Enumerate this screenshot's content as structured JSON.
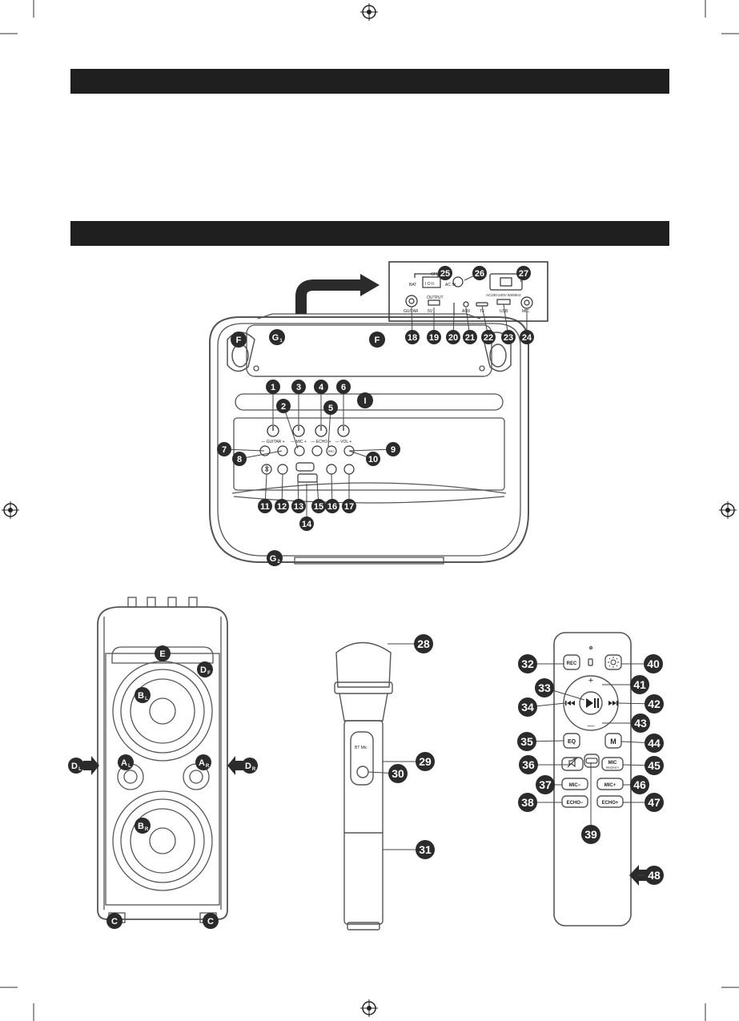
{
  "section_bars": [
    "",
    ""
  ],
  "panel": {
    "switch_labels": {
      "off": "OFF",
      "bat": "BAT",
      "ac_in": "AC IN",
      "switch_face": "I O II"
    },
    "ac_rating": "AC100-240V 50/60Hz",
    "output": "OUTPUT",
    "output_voltage": "5V",
    "ports": {
      "guitar": "GUITAR",
      "aux": "AUX",
      "tf": "TF",
      "usb": "USB",
      "mic": "MIC"
    }
  },
  "top_controls": {
    "knob_labels": [
      "— GUITAR +",
      "— MIC +",
      "— ECHO +",
      "— VOL +"
    ],
    "rec_label": "REC"
  },
  "mic_label": "BT Mic",
  "remote": {
    "rec": "REC",
    "eq": "EQ",
    "m": "M",
    "plus": "+",
    "minus": "—",
    "mic_priority": "MIC",
    "priority_sub": "PRIORITY",
    "mic_minus": "MIC−",
    "mic_plus": "MIC+",
    "echo_minus": "ECHO−",
    "echo_plus": "ECHO+"
  },
  "callouts": [
    "1",
    "2",
    "3",
    "4",
    "5",
    "6",
    "7",
    "8",
    "9",
    "10",
    "11",
    "12",
    "13",
    "14",
    "15",
    "16",
    "17",
    "18",
    "19",
    "20",
    "21",
    "22",
    "23",
    "24",
    "25",
    "26",
    "27",
    "28",
    "29",
    "30",
    "31",
    "32",
    "33",
    "34",
    "35",
    "36",
    "37",
    "38",
    "39",
    "40",
    "41",
    "42",
    "43",
    "44",
    "45",
    "46",
    "47",
    "48"
  ],
  "letter_callouts": [
    {
      "main": "F",
      "sub": ""
    },
    {
      "main": "F",
      "sub": ""
    },
    {
      "main": "G",
      "sub": "1"
    },
    {
      "main": "G",
      "sub": "2"
    },
    {
      "main": "I",
      "sub": ""
    },
    {
      "main": "E",
      "sub": ""
    },
    {
      "main": "D",
      "sub": "F"
    },
    {
      "main": "B",
      "sub": "L"
    },
    {
      "main": "A",
      "sub": "L"
    },
    {
      "main": "A",
      "sub": "R"
    },
    {
      "main": "B",
      "sub": "R"
    },
    {
      "main": "D",
      "sub": "L"
    },
    {
      "main": "D",
      "sub": "R"
    },
    {
      "main": "C",
      "sub": ""
    },
    {
      "main": "C",
      "sub": ""
    }
  ],
  "colors": {
    "bar": "#1f1f1f",
    "callout": "#2b2b2b",
    "line": "#444444"
  }
}
